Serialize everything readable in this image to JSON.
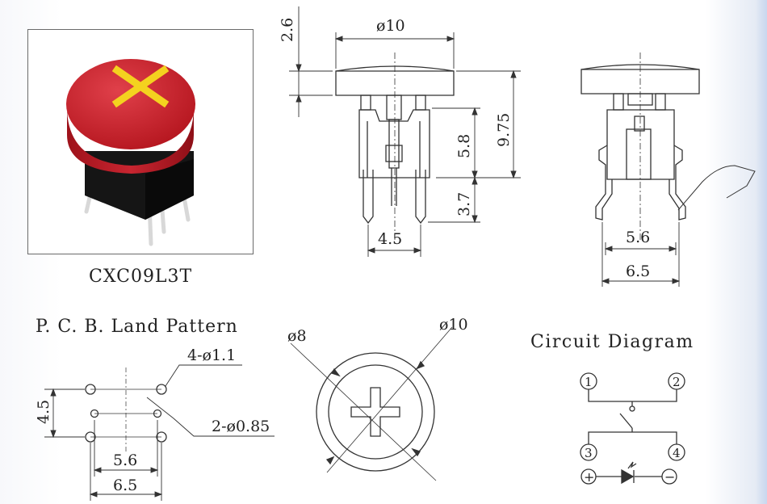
{
  "product": {
    "model": "CXC09L3T"
  },
  "photo": {
    "cap_color": "#c8202e",
    "cross_color": "#f4d21f",
    "body_color": "#151515",
    "pin_color": "#d8d8d8"
  },
  "front_view": {
    "dim_diameter": "ø10",
    "dim_cap_height": "2.6",
    "dim_total": "9.75",
    "dim_body": "5.8",
    "dim_pins": "3.7",
    "dim_pin_spacing": "4.5"
  },
  "side_view": {
    "dim_inner": "5.6",
    "dim_outer": "6.5"
  },
  "pcb": {
    "title": "P. C. B. Land Pattern",
    "holes_large": "4-ø1.1",
    "holes_small": "2-ø0.85",
    "dim_vertical": "4.5",
    "dim_inner": "5.6",
    "dim_outer": "6.5"
  },
  "top_view": {
    "dim_inner": "ø8",
    "dim_outer": "ø10"
  },
  "circuit": {
    "title": "Circuit Diagram",
    "pin1": "1",
    "pin2": "2",
    "pin3": "3",
    "pin4": "4",
    "plus": "+",
    "minus": "−"
  }
}
